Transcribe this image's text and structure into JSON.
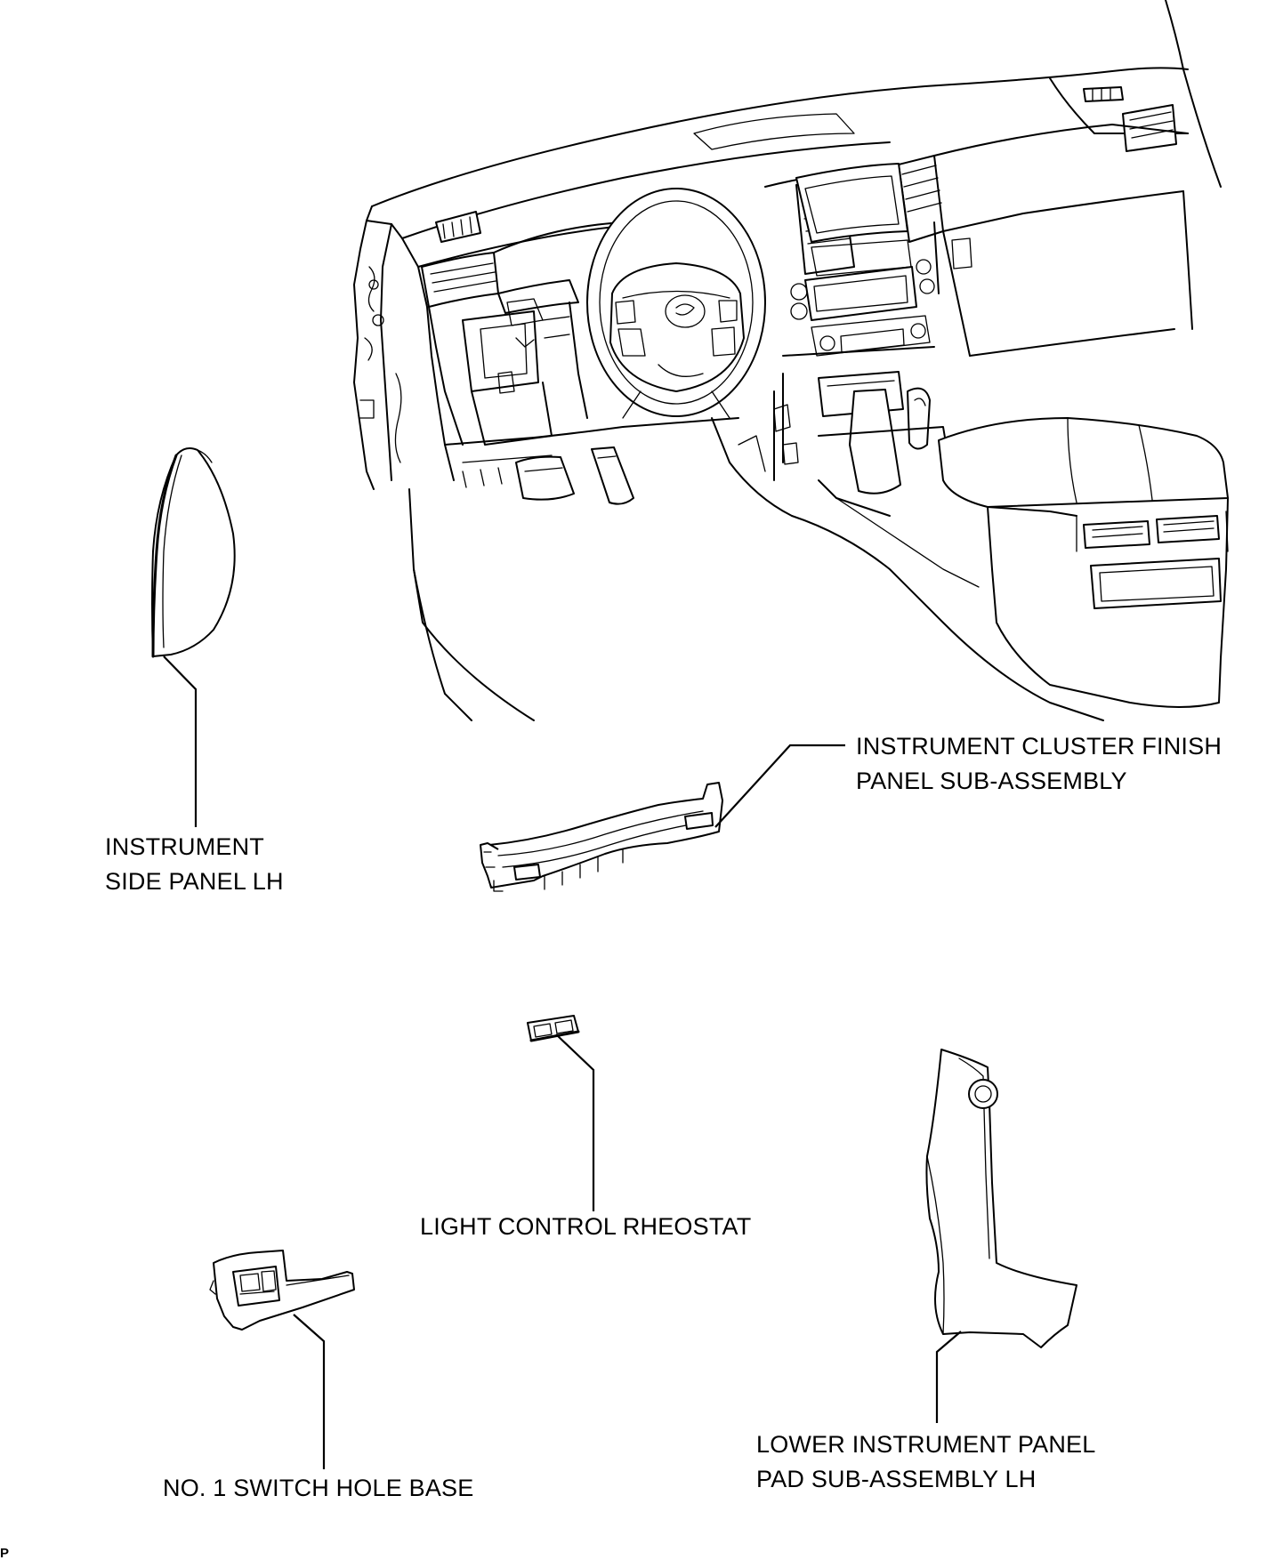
{
  "labels": {
    "instrument_cluster_finish_panel": [
      "INSTRUMENT CLUSTER FINISH",
      "PANEL SUB-ASSEMBLY"
    ],
    "instrument_side_panel_lh": [
      "INSTRUMENT",
      "SIDE PANEL LH"
    ],
    "light_control_rheostat": [
      "LIGHT CONTROL RHEOSTAT"
    ],
    "lower_instrument_panel_pad_lh": [
      "LOWER INSTRUMENT PANEL",
      "PAD SUB-ASSEMBLY LH"
    ],
    "no1_switch_hole_base": [
      "NO. 1 SWITCH HOLE BASE"
    ]
  },
  "part_code": "P"
}
